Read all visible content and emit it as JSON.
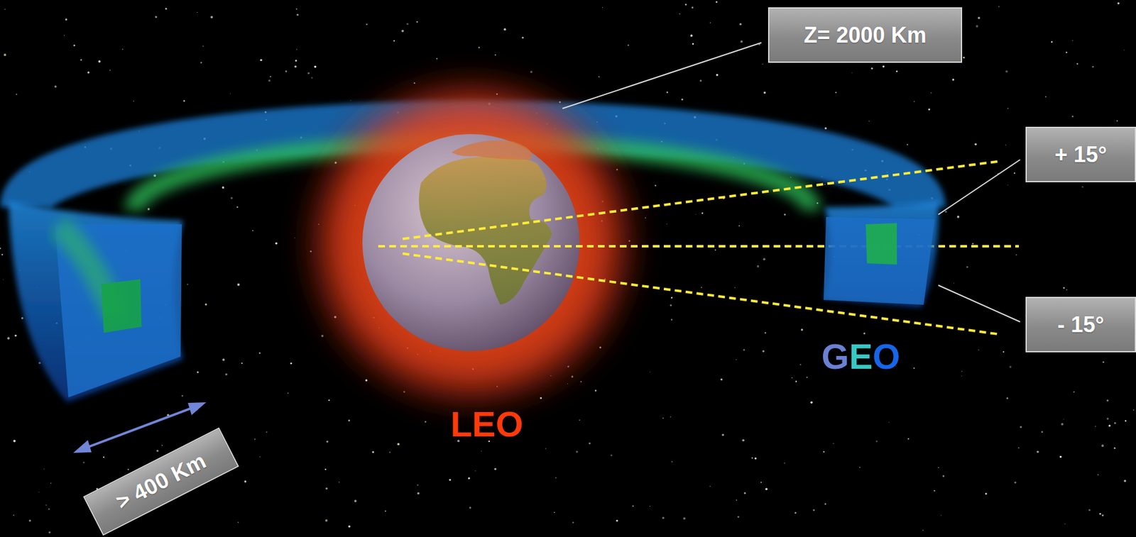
{
  "diagram": {
    "nodes": [
      {
        "text": [
          "Z= 2000 Km"
        ]
      },
      {
        "text": [
          "+ 15°"
        ]
      },
      {
        "text": [
          "- 15°"
        ]
      },
      {
        "text": [
          "> 400 Km"
        ]
      }
    ],
    "labels": [
      "LEO",
      "GEO"
    ]
  }
}
